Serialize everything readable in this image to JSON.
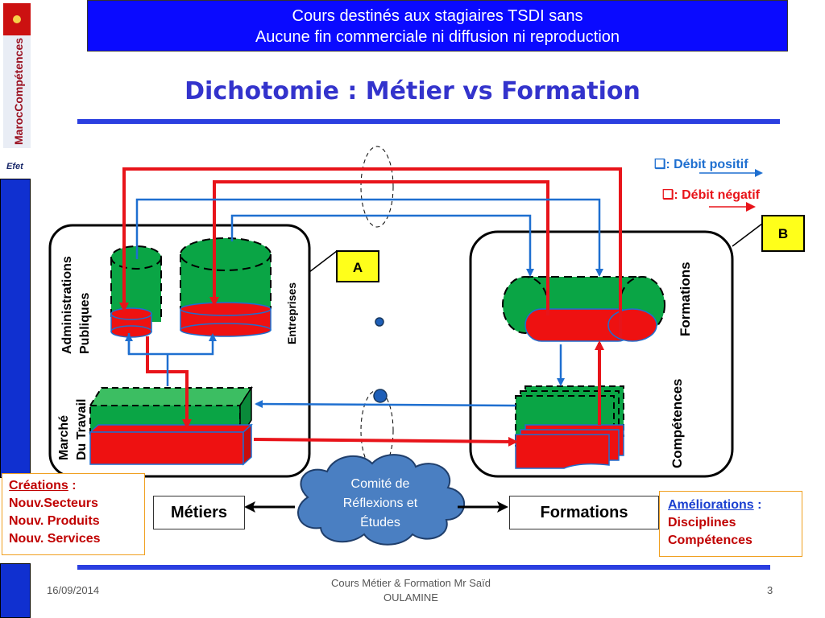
{
  "banner": {
    "line1": "Cours destinés aux stagiaires TSDI sans",
    "line2": "Aucune fin commerciale ni diffusion ni reproduction"
  },
  "logo": {
    "brand": "MarocCompétences",
    "sub": "Efet"
  },
  "slide_title": "Dichotomie : Métier vs Formation",
  "legend": {
    "positive_label": ": Débit positif",
    "negative_label": ": Débit  négatif",
    "bullet": "❑"
  },
  "diagram": {
    "left_group": {
      "label_admin": [
        "Administrations",
        "Publiques"
      ],
      "label_entreprises": "Entreprises",
      "label_marche": [
        "Marché",
        "Du Travail"
      ],
      "marker": "A"
    },
    "right_group": {
      "label_formations": "Formations",
      "label_competences": "Compétences",
      "marker": "B"
    },
    "cloud_label": [
      "Comité de",
      "Réflexions et",
      "Études"
    ],
    "metiers_box": "Métiers",
    "formations_box": "Formations"
  },
  "creations": {
    "heading": "Créations",
    "colon": " :",
    "items": [
      "Nouv.Secteurs",
      "Nouv. Produits",
      "Nouv. Services"
    ]
  },
  "ameliorations": {
    "heading": "Améliorations",
    "colon": " :",
    "items": [
      "Disciplines",
      "Compétences"
    ]
  },
  "footer": {
    "date": "16/09/2014",
    "center_line1": "Cours Métier & Formation  Mr Saïd",
    "center_line2": "OULAMINE",
    "page": "3"
  },
  "colors": {
    "positive": "#1e6fd0",
    "negative": "#e8141a",
    "green": "#0aa545",
    "red": "#ee1111",
    "blue_banner": "#0a0aff",
    "title": "#3333cc"
  }
}
